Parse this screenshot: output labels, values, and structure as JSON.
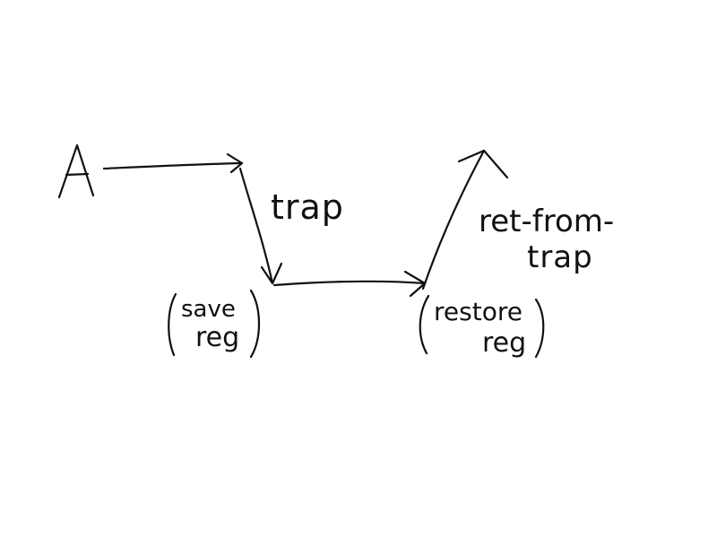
{
  "diagram": {
    "start_label": "A",
    "trap_label": "trap",
    "ret_line1": "ret-from-",
    "ret_line2": "trap",
    "save_line1": "save",
    "save_line2": "reg",
    "restore_line1": "restore",
    "restore_line2": "reg",
    "ink_color": "#111111",
    "background": "#ffffff"
  }
}
